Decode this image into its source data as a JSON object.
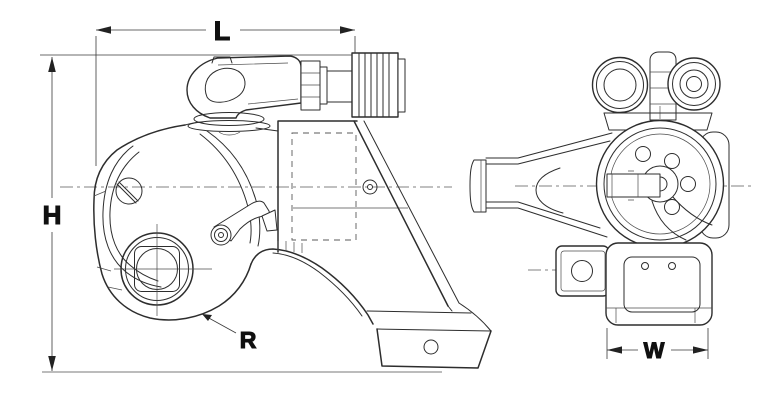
{
  "page": {
    "background": "#ffffff"
  },
  "drawing": {
    "type": "technical-line-drawing",
    "subject": "Hydraulic torque wrench - two view dimensional drawing",
    "line_color": "#2d2d2d",
    "label_color": "#101010",
    "views": [
      {
        "id": "side-view",
        "description": "Side profile: hose swivel elbow, ribbed coupler, drive socket head, reaction foot"
      },
      {
        "id": "end-view",
        "description": "End view: twin hose couplers, round housing, square drive, lower block"
      }
    ],
    "dimensions": {
      "length": {
        "label": "L"
      },
      "height": {
        "label": "H"
      },
      "radius": {
        "label": "R"
      },
      "width": {
        "label": "W"
      }
    }
  }
}
